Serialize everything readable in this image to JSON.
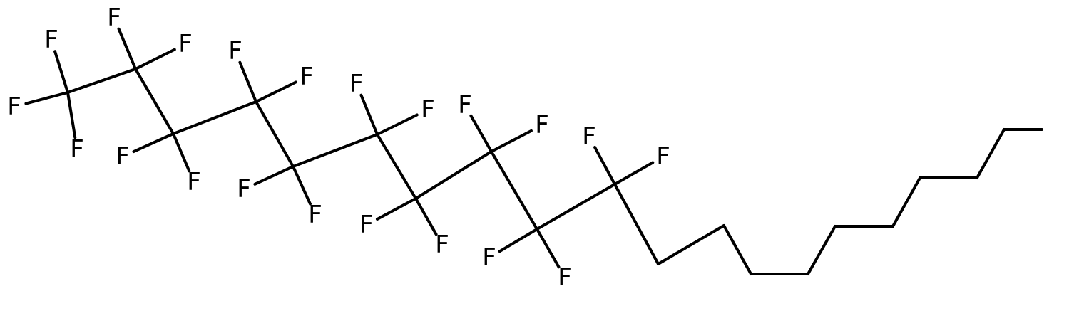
{
  "molecule": {
    "atoms": [
      {
        "id": "C1",
        "element": "C"
      },
      {
        "id": "C2",
        "element": "C"
      },
      {
        "id": "C3",
        "element": "C"
      },
      {
        "id": "C4",
        "element": "C"
      },
      {
        "id": "C5",
        "element": "C"
      },
      {
        "id": "C6",
        "element": "C"
      },
      {
        "id": "C7",
        "element": "C"
      },
      {
        "id": "C8",
        "element": "C"
      },
      {
        "id": "C9",
        "element": "C"
      },
      {
        "id": "C10",
        "element": "C"
      },
      {
        "id": "C11",
        "element": "C"
      },
      {
        "id": "C12",
        "element": "C"
      },
      {
        "id": "C13",
        "element": "C"
      },
      {
        "id": "C14",
        "element": "C"
      },
      {
        "id": "C15",
        "element": "C"
      },
      {
        "id": "C16",
        "element": "C"
      },
      {
        "id": "C17",
        "element": "C"
      },
      {
        "id": "C18",
        "element": "C"
      },
      {
        "id": "F1",
        "element": "F",
        "label": "F"
      },
      {
        "id": "F2",
        "element": "F",
        "label": "F"
      },
      {
        "id": "F3",
        "element": "F",
        "label": "F"
      },
      {
        "id": "F4",
        "element": "F",
        "label": "F"
      },
      {
        "id": "F5",
        "element": "F",
        "label": "F"
      },
      {
        "id": "F6",
        "element": "F",
        "label": "F"
      },
      {
        "id": "F7",
        "element": "F",
        "label": "F"
      },
      {
        "id": "F8",
        "element": "F",
        "label": "F"
      },
      {
        "id": "F9",
        "element": "F",
        "label": "F"
      },
      {
        "id": "F10",
        "element": "F",
        "label": "F"
      },
      {
        "id": "F11",
        "element": "F",
        "label": "F"
      },
      {
        "id": "F12",
        "element": "F",
        "label": "F"
      },
      {
        "id": "F13",
        "element": "F",
        "label": "F"
      },
      {
        "id": "F14",
        "element": "F",
        "label": "F"
      },
      {
        "id": "F15",
        "element": "F",
        "label": "F"
      },
      {
        "id": "F16",
        "element": "F",
        "label": "F"
      },
      {
        "id": "F17",
        "element": "F",
        "label": "F"
      },
      {
        "id": "F18",
        "element": "F",
        "label": "F"
      },
      {
        "id": "F19",
        "element": "F",
        "label": "F"
      },
      {
        "id": "F20",
        "element": "F",
        "label": "F"
      },
      {
        "id": "F21",
        "element": "F",
        "label": "F"
      }
    ],
    "bonds": [
      {
        "from": "C1",
        "to": "C2",
        "order": 1
      },
      {
        "from": "C2",
        "to": "C3",
        "order": 1
      },
      {
        "from": "C3",
        "to": "C4",
        "order": 1
      },
      {
        "from": "C4",
        "to": "C5",
        "order": 1
      },
      {
        "from": "C5",
        "to": "C6",
        "order": 1
      },
      {
        "from": "C6",
        "to": "C7",
        "order": 1
      },
      {
        "from": "C7",
        "to": "C8",
        "order": 1
      },
      {
        "from": "C8",
        "to": "C9",
        "order": 1
      },
      {
        "from": "C9",
        "to": "C10",
        "order": 1
      },
      {
        "from": "C10",
        "to": "C11",
        "order": 1
      },
      {
        "from": "C11",
        "to": "C12",
        "order": 1
      },
      {
        "from": "C12",
        "to": "C13",
        "order": 1
      },
      {
        "from": "C13",
        "to": "C14",
        "order": 1
      },
      {
        "from": "C14",
        "to": "C15",
        "order": 1
      },
      {
        "from": "C15",
        "to": "C16",
        "order": 1
      },
      {
        "from": "C16",
        "to": "C17",
        "order": 1
      },
      {
        "from": "C17",
        "to": "C18",
        "order": 1
      },
      {
        "from": "C1",
        "to": "F1",
        "order": 1
      },
      {
        "from": "C1",
        "to": "F2",
        "order": 1
      },
      {
        "from": "C1",
        "to": "F3",
        "order": 1
      },
      {
        "from": "C2",
        "to": "F4",
        "order": 1
      },
      {
        "from": "C2",
        "to": "F5",
        "order": 1
      },
      {
        "from": "C3",
        "to": "F6",
        "order": 1
      },
      {
        "from": "C3",
        "to": "F7",
        "order": 1
      },
      {
        "from": "C4",
        "to": "F8",
        "order": 1
      },
      {
        "from": "C4",
        "to": "F9",
        "order": 1
      },
      {
        "from": "C5",
        "to": "F10",
        "order": 1
      },
      {
        "from": "C5",
        "to": "F11",
        "order": 1
      },
      {
        "from": "C6",
        "to": "F12",
        "order": 1
      },
      {
        "from": "C6",
        "to": "F13",
        "order": 1
      },
      {
        "from": "C7",
        "to": "F14",
        "order": 1
      },
      {
        "from": "C7",
        "to": "F15",
        "order": 1
      },
      {
        "from": "C8",
        "to": "F16",
        "order": 1
      },
      {
        "from": "C8",
        "to": "F17",
        "order": 1
      },
      {
        "from": "C9",
        "to": "F18",
        "order": 1
      },
      {
        "from": "C9",
        "to": "F19",
        "order": 1
      },
      {
        "from": "C10",
        "to": "F20",
        "order": 1
      },
      {
        "from": "C10",
        "to": "F21",
        "order": 1
      }
    ]
  }
}
